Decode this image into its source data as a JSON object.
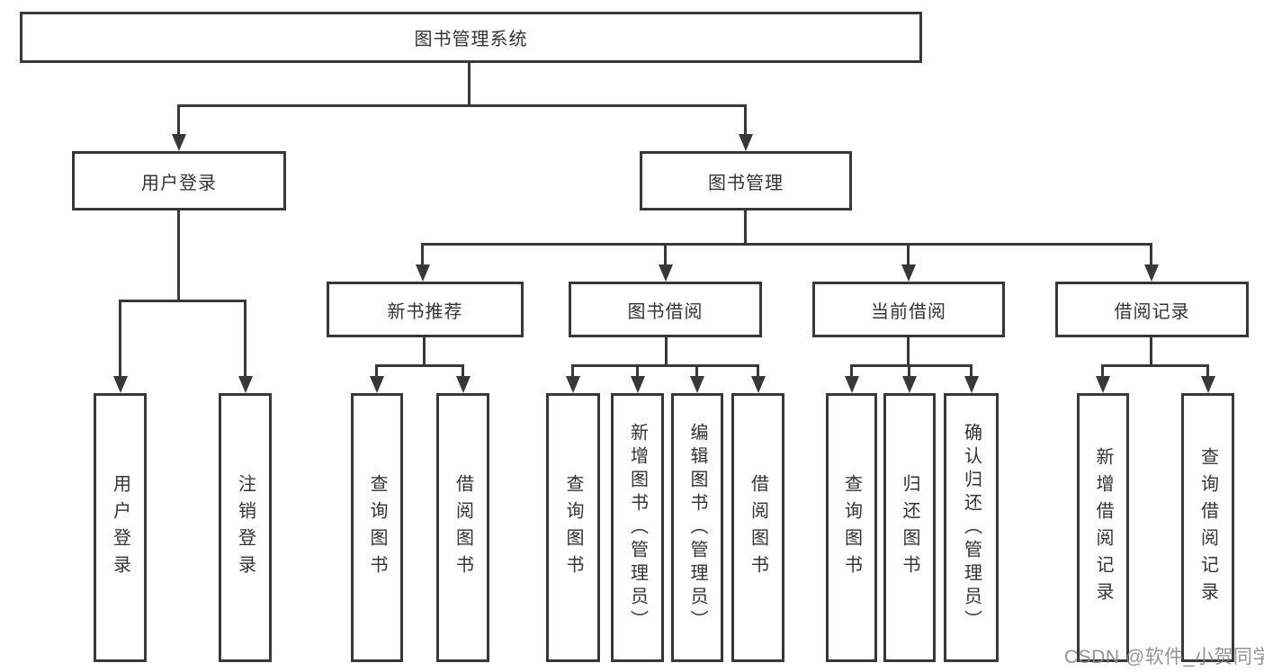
{
  "diagram": {
    "title": "图书管理系统",
    "nodes": {
      "root": {
        "label": "图书管理系统"
      },
      "user_login": {
        "label": "用户登录"
      },
      "book_mgmt": {
        "label": "图书管理"
      },
      "new_book_rec": {
        "label": "新书推荐"
      },
      "book_borrow": {
        "label": "图书借阅"
      },
      "current_borrow": {
        "label": "当前借阅"
      },
      "borrow_records": {
        "label": "借阅记录"
      },
      "leaf_user_login": {
        "label": "用户登录"
      },
      "leaf_logout": {
        "label": "注销登录"
      },
      "leaf_query_book_1": {
        "label": "查询图书"
      },
      "leaf_borrow_book_1": {
        "label": "借阅图书"
      },
      "leaf_query_book_2": {
        "label": "查询图书"
      },
      "leaf_add_book": {
        "label": "新增图书（管理员）"
      },
      "leaf_edit_book": {
        "label": "编辑图书（管理员）"
      },
      "leaf_borrow_book_2": {
        "label": "借阅图书"
      },
      "leaf_query_book_3": {
        "label": "查询图书"
      },
      "leaf_return_book": {
        "label": "归还图书"
      },
      "leaf_confirm_return": {
        "label": "确认归还（管理员）"
      },
      "leaf_add_borrow_record": {
        "label": "新增借阅记录"
      },
      "leaf_query_borrow_record": {
        "label": "查询借阅记录"
      }
    },
    "edges": [
      [
        "图书管理系统",
        "用户登录"
      ],
      [
        "图书管理系统",
        "图书管理"
      ],
      [
        "用户登录",
        "用户登录"
      ],
      [
        "用户登录",
        "注销登录"
      ],
      [
        "图书管理",
        "新书推荐"
      ],
      [
        "图书管理",
        "图书借阅"
      ],
      [
        "图书管理",
        "当前借阅"
      ],
      [
        "图书管理",
        "借阅记录"
      ],
      [
        "新书推荐",
        "查询图书"
      ],
      [
        "新书推荐",
        "借阅图书"
      ],
      [
        "图书借阅",
        "查询图书"
      ],
      [
        "图书借阅",
        "新增图书（管理员）"
      ],
      [
        "图书借阅",
        "编辑图书（管理员）"
      ],
      [
        "图书借阅",
        "借阅图书"
      ],
      [
        "当前借阅",
        "查询图书"
      ],
      [
        "当前借阅",
        "归还图书"
      ],
      [
        "当前借阅",
        "确认归还（管理员）"
      ],
      [
        "借阅记录",
        "新增借阅记录"
      ],
      [
        "借阅记录",
        "查询借阅记录"
      ]
    ],
    "colors": {
      "line": "#383838",
      "box_background": "#ffffff",
      "text": "#333333",
      "watermark": "#878787"
    }
  },
  "watermark": {
    "text": "CSDN @软件_小贺同学"
  }
}
